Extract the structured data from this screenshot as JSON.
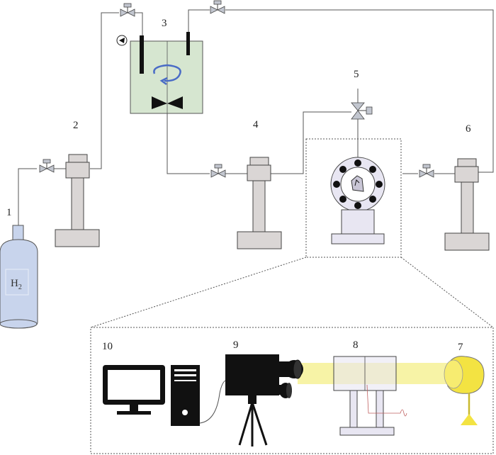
{
  "labels": {
    "n1": "1",
    "n2": "2",
    "n3": "3",
    "n4": "4",
    "n5": "5",
    "n6": "6",
    "n7": "7",
    "n8": "8",
    "n9": "9",
    "n10": "10"
  },
  "cylinder": {
    "gas": "H",
    "subscript": "2"
  },
  "colors": {
    "tank_fill": "#d6e6d0",
    "cylinder_fill": "#c8d4ec",
    "light_beam": "#f7f3a6",
    "lamp": "#f3e342",
    "stirrer_arrow": "#4a6cc6",
    "equipment_gray": "#dad6d5",
    "schlieren_panel": "#e8e6f2",
    "dark_device": "#111111"
  },
  "icons": [
    "valve-icon",
    "three-way-valve-icon",
    "stirrer-arrow-icon",
    "impeller-icon",
    "play-indicator-icon",
    "monitor-icon",
    "computer-tower-icon",
    "camera-icon",
    "tripod-icon",
    "lamp-icon",
    "gas-cylinder-icon"
  ]
}
